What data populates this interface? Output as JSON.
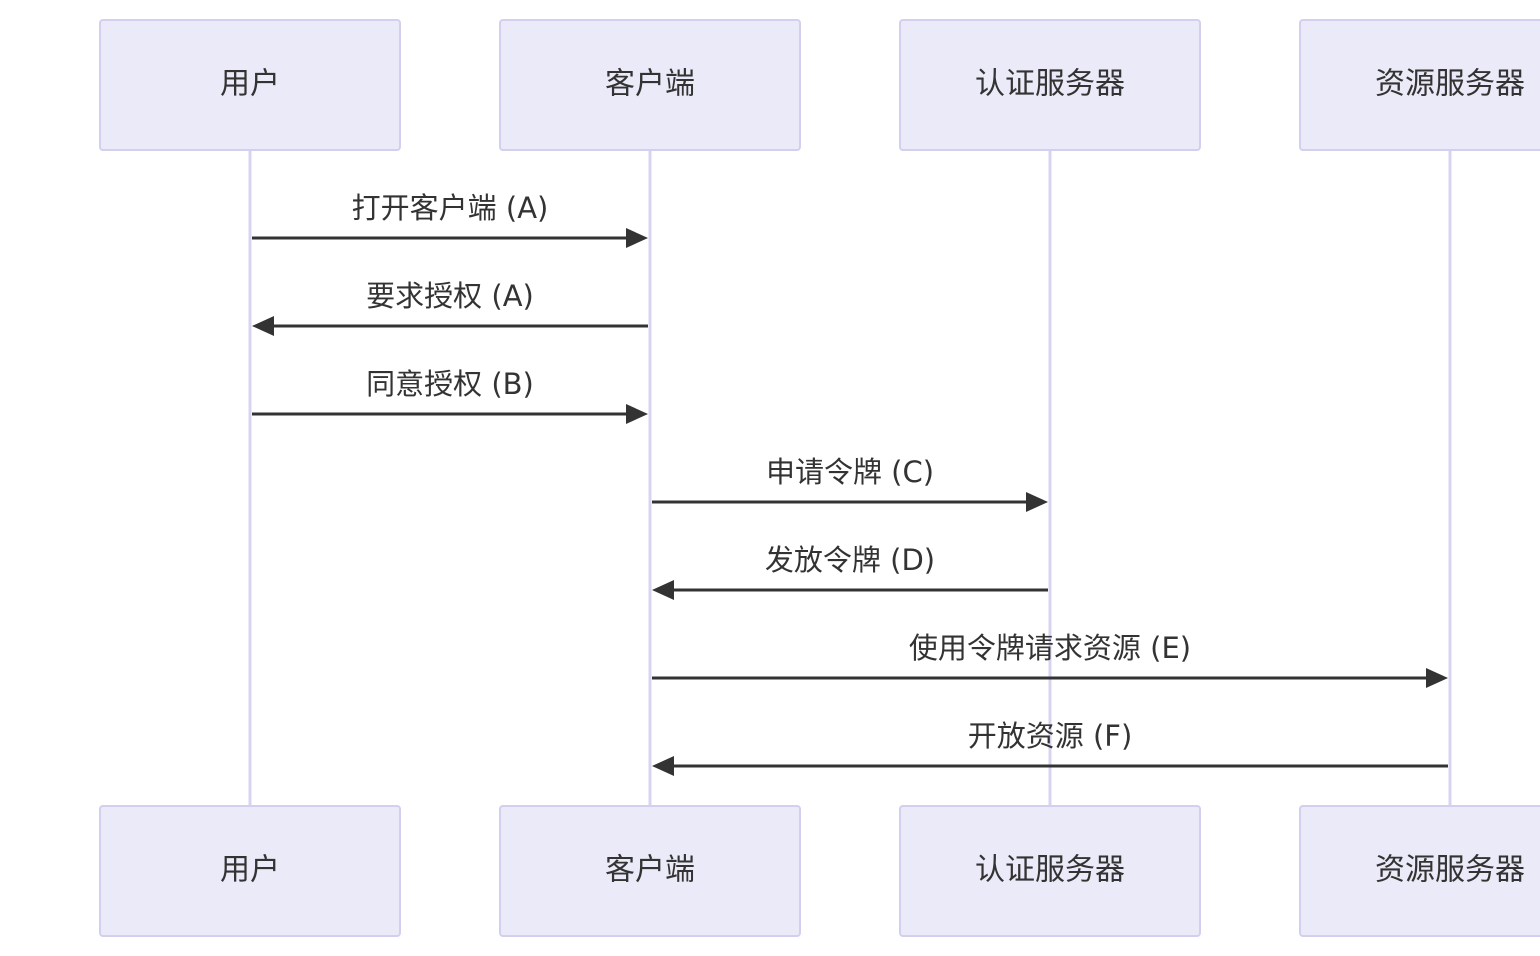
{
  "actors": [
    {
      "id": "user",
      "label": "用户"
    },
    {
      "id": "client",
      "label": "客户端"
    },
    {
      "id": "auth",
      "label": "认证服务器"
    },
    {
      "id": "resource",
      "label": "资源服务器"
    }
  ],
  "messages": [
    {
      "from": "user",
      "to": "client",
      "label": "打开客户端 (A)"
    },
    {
      "from": "client",
      "to": "user",
      "label": "要求授权 (A)"
    },
    {
      "from": "user",
      "to": "client",
      "label": "同意授权 (B)"
    },
    {
      "from": "client",
      "to": "auth",
      "label": "申请令牌 (C)"
    },
    {
      "from": "auth",
      "to": "client",
      "label": "发放令牌 (D)"
    },
    {
      "from": "client",
      "to": "resource",
      "label": "使用令牌请求资源 (E)"
    },
    {
      "from": "resource",
      "to": "client",
      "label": "开放资源 (F)"
    }
  ],
  "colors": {
    "actor_fill": "#eaeaf8",
    "actor_stroke": "#d2d0ee",
    "lifeline": "#d8d4f0",
    "message": "#333333"
  }
}
